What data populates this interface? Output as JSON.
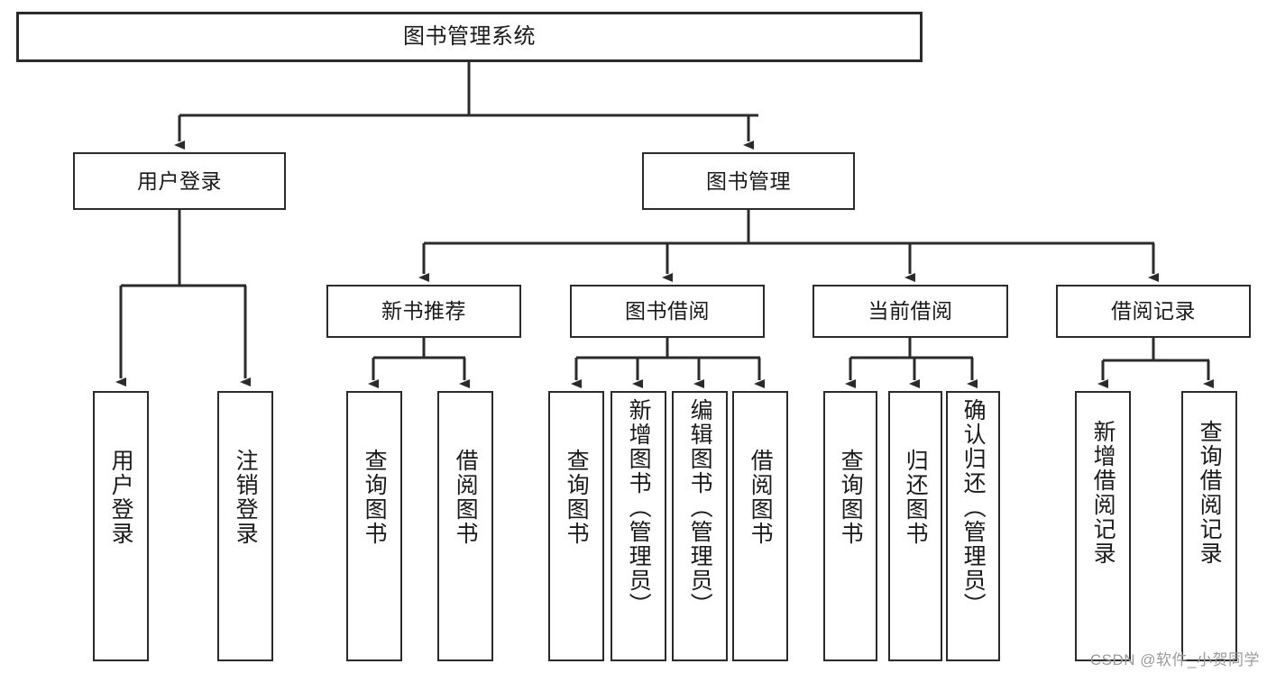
{
  "diagram": {
    "type": "tree-hierarchy",
    "title": "图书管理系统",
    "watermark": "CSDN @软件_小贺同学",
    "colors": {
      "stroke": "#2b2b2b",
      "fill": "#ffffff",
      "text": "#1a1a1a",
      "watermark": "#9a9a9a"
    },
    "levels": {
      "level1_label": "图书管理系统",
      "level2_labels": [
        "用户登录",
        "图书管理"
      ],
      "level3_labels": [
        "新书推荐",
        "图书借阅",
        "当前借阅",
        "借阅记录"
      ]
    },
    "nodes": {
      "root": {
        "label": "图书管理系统"
      },
      "user_login": {
        "label": "用户登录"
      },
      "book_manage": {
        "label": "图书管理"
      },
      "new_book_rec": {
        "label": "新书推荐"
      },
      "book_borrow": {
        "label": "图书借阅"
      },
      "current_borrow": {
        "label": "当前借阅"
      },
      "borrow_record": {
        "label": "借阅记录"
      },
      "leaf_user_login": {
        "label": "用户登录"
      },
      "leaf_logout": {
        "label": "注销登录"
      },
      "leaf_query_book_1": {
        "label": "查询图书"
      },
      "leaf_borrow_book_1": {
        "label": "借阅图书"
      },
      "leaf_query_book_2": {
        "label": "查询图书"
      },
      "leaf_add_book": {
        "label": "新增图书（管理员）"
      },
      "leaf_edit_book": {
        "label": "编辑图书（管理员）"
      },
      "leaf_borrow_book_2": {
        "label": "借阅图书"
      },
      "leaf_query_book_3": {
        "label": "查询图书"
      },
      "leaf_return_book": {
        "label": "归还图书"
      },
      "leaf_confirm_return": {
        "label": "确认归还（管理员）"
      },
      "leaf_add_record": {
        "label": "新增借阅记录"
      },
      "leaf_query_record": {
        "label": "查询借阅记录"
      }
    },
    "edges": [
      {
        "from": "root",
        "to": "user_login"
      },
      {
        "from": "root",
        "to": "book_manage"
      },
      {
        "from": "user_login",
        "to": "leaf_user_login"
      },
      {
        "from": "user_login",
        "to": "leaf_logout"
      },
      {
        "from": "book_manage",
        "to": "new_book_rec"
      },
      {
        "from": "book_manage",
        "to": "book_borrow"
      },
      {
        "from": "book_manage",
        "to": "current_borrow"
      },
      {
        "from": "book_manage",
        "to": "borrow_record"
      },
      {
        "from": "new_book_rec",
        "to": "leaf_query_book_1"
      },
      {
        "from": "new_book_rec",
        "to": "leaf_borrow_book_1"
      },
      {
        "from": "book_borrow",
        "to": "leaf_query_book_2"
      },
      {
        "from": "book_borrow",
        "to": "leaf_add_book"
      },
      {
        "from": "book_borrow",
        "to": "leaf_edit_book"
      },
      {
        "from": "book_borrow",
        "to": "leaf_borrow_book_2"
      },
      {
        "from": "current_borrow",
        "to": "leaf_query_book_3"
      },
      {
        "from": "current_borrow",
        "to": "leaf_return_book"
      },
      {
        "from": "current_borrow",
        "to": "leaf_confirm_return"
      },
      {
        "from": "borrow_record",
        "to": "leaf_add_record"
      },
      {
        "from": "borrow_record",
        "to": "leaf_query_record"
      }
    ]
  }
}
